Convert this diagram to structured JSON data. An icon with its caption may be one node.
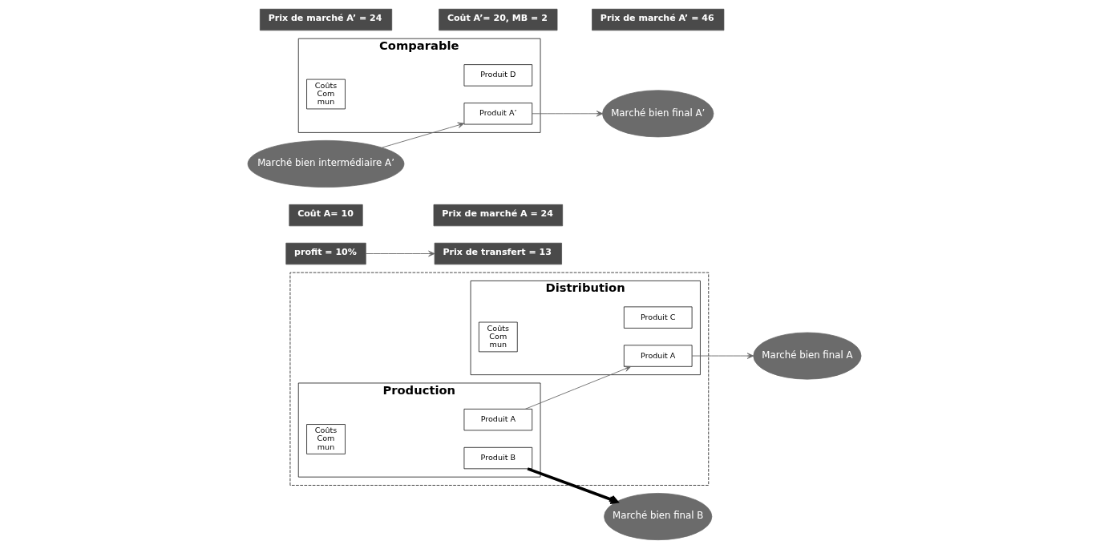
{
  "diagram": {
    "nodes": [
      {
        "text": [],
        "shape": "box"
      },
      {
        "text": [
          "Production"
        ],
        "in": 0
      },
      {
        "text": [
          "Coûts Com mun"
        ],
        "in": 1
      },
      {
        "text": [
          "Produit A"
        ],
        "in": 1
      },
      {
        "text": [
          "Produit B"
        ],
        "in": 1
      },
      {
        "text": [
          "Distribution"
        ],
        "in": 0
      },
      {
        "text": [
          "Coûts Com mun"
        ],
        "in": 5
      },
      {
        "text": [
          "Produit A"
        ],
        "in": 5
      },
      {
        "text": [
          "Produit C"
        ],
        "in": 5
      },
      {
        "text": [
          "Marché bien final A"
        ]
      },
      {
        "text": [
          "Prix de transfert = 13"
        ]
      },
      {
        "text": [
          "Marché bien final B"
        ]
      },
      {
        "text": [
          "Coût A= 10"
        ]
      },
      {
        "text": [
          "Prix de marché A = 24"
        ]
      },
      {
        "text": [
          "Comparable"
        ]
      },
      {
        "text": [
          "Coûts Com mun"
        ],
        "in": 14
      },
      {
        "text": [
          "Produit A’"
        ],
        "in": 14
      },
      {
        "text": [
          "Produit D"
        ],
        "in": 14
      },
      {
        "text": [
          "Marché bien intermédiaire A’"
        ]
      },
      {
        "text": [
          "Marché bien final A’"
        ]
      },
      {
        "text": [
          "Prix de marché A’ = 24"
        ]
      },
      {
        "text": [
          "Coût A’= 20, MB = 2"
        ]
      },
      {
        "text": [
          "Prix de marché A’ = 46"
        ]
      },
      {
        "text": [
          "profit = 10%"
        ]
      }
    ],
    "edges": [
      {
        "from": 3,
        "to": 7,
        "arrow": "to"
      },
      {
        "from": 7,
        "to": 9,
        "arrow": "to"
      },
      {
        "from": 4,
        "to": 11,
        "arrow": "to",
        "style": "thick",
        "color": "#000000"
      },
      {
        "from": 23,
        "to": 10,
        "arrow": "to"
      },
      {
        "from": 18,
        "to": 16,
        "arrow": "to"
      },
      {
        "from": 16,
        "to": 19,
        "arrow": "to"
      }
    ]
  }
}
